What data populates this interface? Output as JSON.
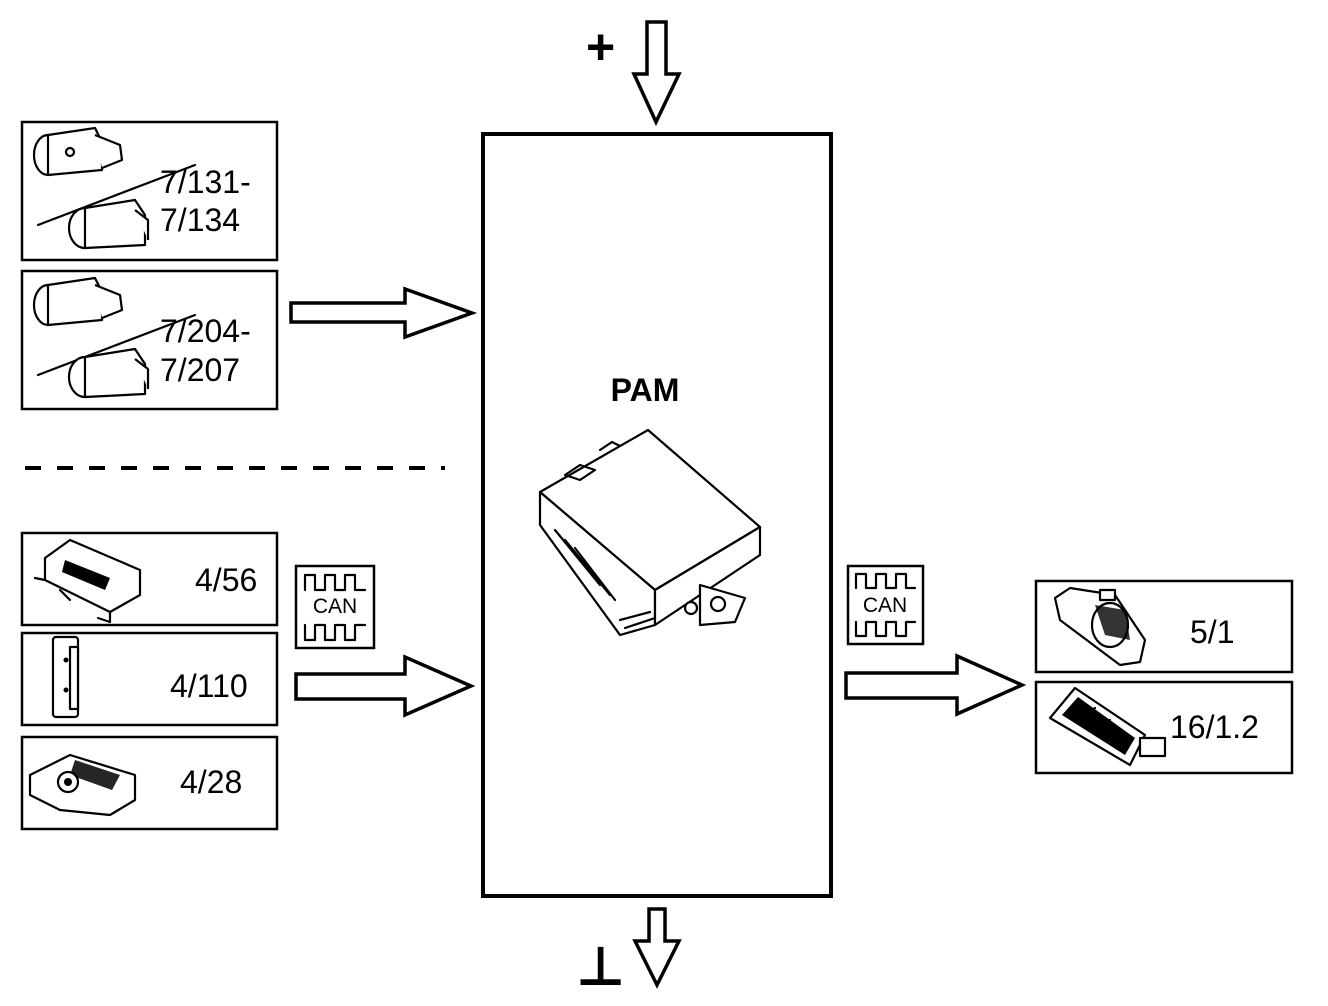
{
  "control_unit": {
    "label": "PAM"
  },
  "supply": {
    "plus_symbol": "+",
    "ground_symbol": "⊥"
  },
  "inputs_direct": [
    {
      "label_line1": "7/131-",
      "label_line2": "7/134",
      "icon": "parking-sensor-icon"
    },
    {
      "label_line1": "7/204-",
      "label_line2": "7/207",
      "icon": "parking-sensor-icon"
    }
  ],
  "inputs_can": [
    {
      "label": "4/56",
      "icon": "control-module-icon"
    },
    {
      "label": "4/110",
      "icon": "switch-module-icon"
    },
    {
      "label": "4/28",
      "icon": "actuator-module-icon"
    }
  ],
  "outputs_can": [
    {
      "label": "5/1",
      "icon": "instrument-cluster-icon"
    },
    {
      "label": "16/1.2",
      "icon": "warning-display-icon"
    }
  ],
  "bus": {
    "input_label": "CAN",
    "output_label": "CAN"
  },
  "colors": {
    "line": "#000000",
    "background": "#ffffff"
  }
}
